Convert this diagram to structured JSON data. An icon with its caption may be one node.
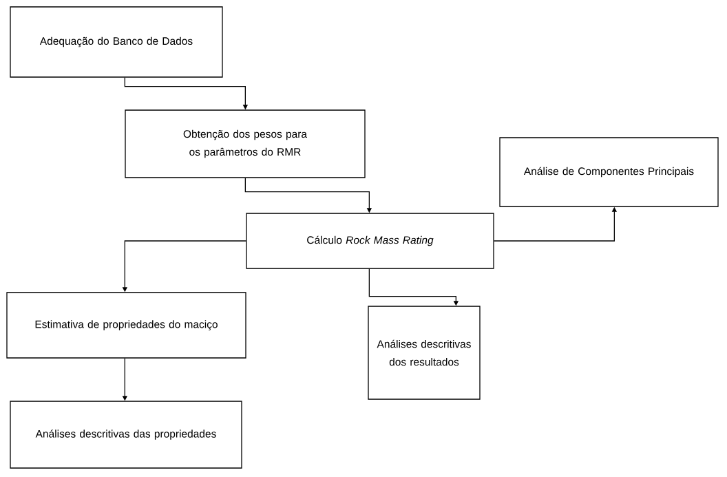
{
  "diagram": {
    "nodes": [
      {
        "text": [
          "Adequação do Banco de Dados"
        ]
      },
      {
        "text": [
          "Obtenção dos pesos para os parâmetros do RMR"
        ]
      },
      {
        "text": [
          "Análise de Componentes Principais"
        ]
      },
      {
        "text": [
          "Cálculo *Rock Mass Rating*"
        ]
      },
      {
        "text": [
          "Estimativa de propriedades do maciço"
        ]
      },
      {
        "text": [
          "Análises descritivas dos resultados"
        ]
      },
      {
        "text": [
          "Análises descritivas das propriedades"
        ]
      }
    ],
    "edges": [
      {
        "from": 0,
        "to": 1,
        "arrow": "to"
      },
      {
        "from": 1,
        "to": 3,
        "arrow": "to"
      },
      {
        "from": 3,
        "to": 2,
        "arrow": "to"
      },
      {
        "from": 3,
        "to": 4,
        "arrow": "to"
      },
      {
        "from": 3,
        "to": 5,
        "arrow": "to"
      },
      {
        "from": 4,
        "to": 6,
        "arrow": "to"
      }
    ]
  }
}
